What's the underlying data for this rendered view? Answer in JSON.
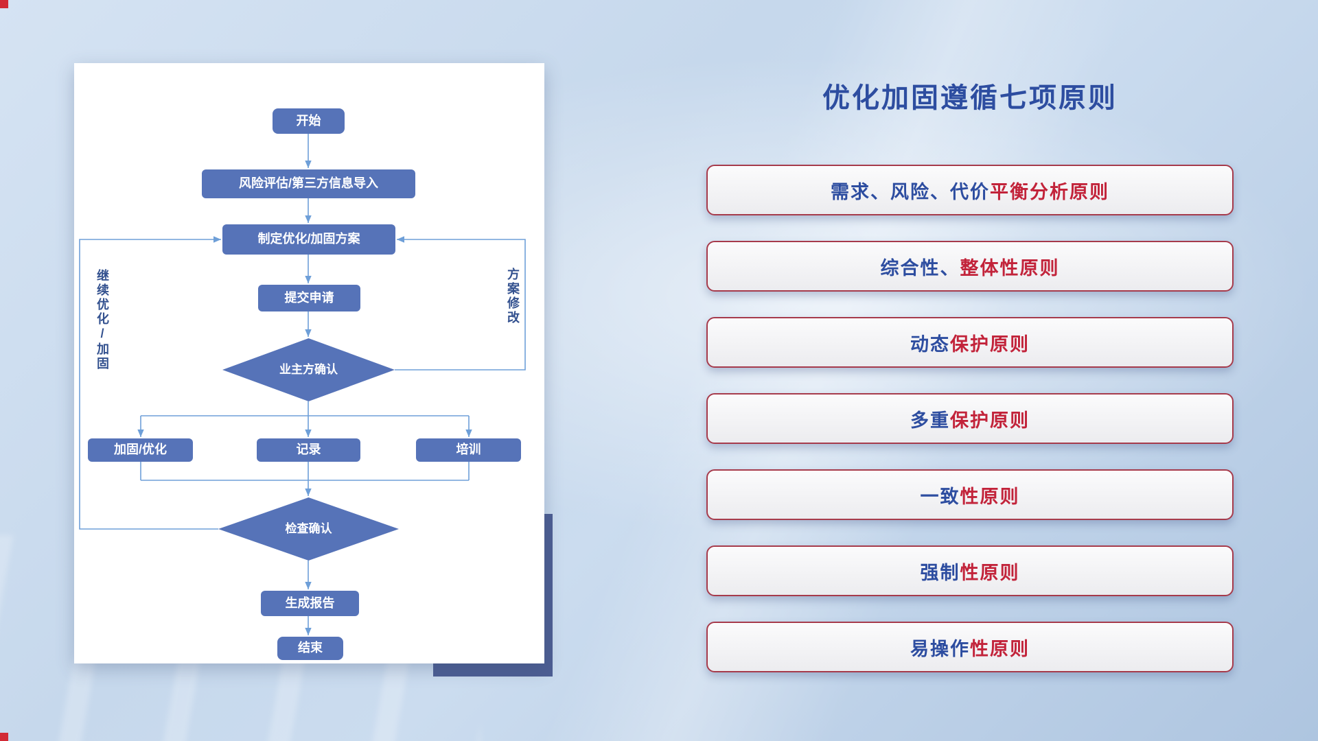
{
  "theme": {
    "blue": "#2d4da0",
    "red": "#c2233a",
    "node-fill": "#5673b8",
    "line": "#6e9fd8",
    "card-accent": "#4d5e93"
  },
  "panel": {
    "title": "优化加固遵循七项原则"
  },
  "flowchart": {
    "nodes": {
      "start": "开始",
      "risk_import": "风险评估/第三方信息导入",
      "make_plan": "制定优化/加固方案",
      "submit": "提交申请",
      "owner_confirm": "业主方确认",
      "harden": "加固/优化",
      "record": "记录",
      "training": "培训",
      "check_confirm": "检查确认",
      "report": "生成报告",
      "end": "结束"
    },
    "edge_labels": {
      "left_loop": "继续优化/加固",
      "right_loop": "方案修改"
    }
  },
  "principles": [
    {
      "blue": "需求、风险、代价",
      "red": "平衡分析原则"
    },
    {
      "blue": "综合性、",
      "red": "整体性原则"
    },
    {
      "blue": "动态",
      "red": "保护原则"
    },
    {
      "blue": "多重",
      "red": "保护原则"
    },
    {
      "blue": "一致",
      "red": "性原则"
    },
    {
      "blue": "强制",
      "red": "性原则"
    },
    {
      "blue": "易操作",
      "red": "性原则"
    }
  ]
}
